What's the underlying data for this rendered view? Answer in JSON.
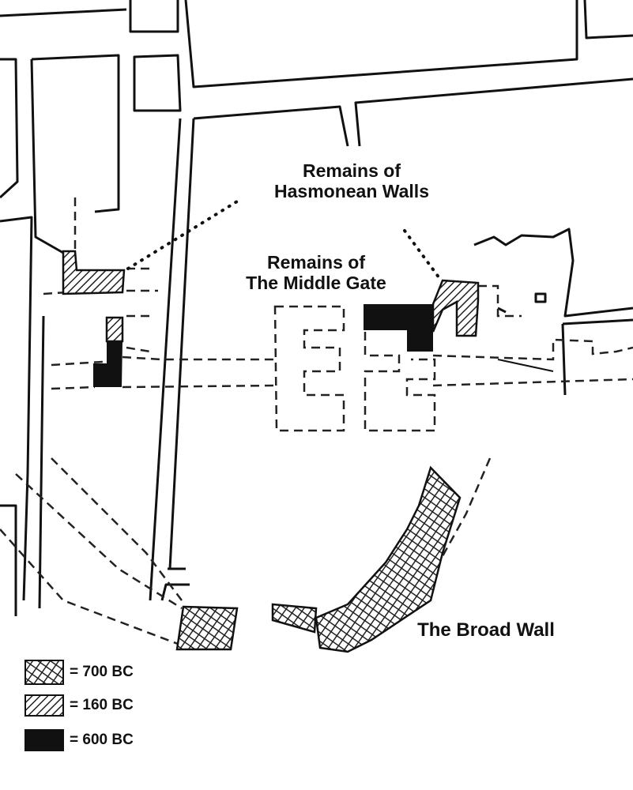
{
  "labels": {
    "hasmonean": "Remains of\nHasmonean Walls",
    "middle_gate": "Remains of\nThe Middle Gate",
    "broad_wall": "The Broad Wall"
  },
  "legend": [
    {
      "pattern": "crosshatch",
      "label": "= 700 BC"
    },
    {
      "pattern": "diagonal-hatch",
      "label": "= 160 BC"
    },
    {
      "pattern": "solid-black",
      "label": "= 600 BC"
    }
  ],
  "colors": {
    "ink": "#111111",
    "background": "#ffffff"
  }
}
